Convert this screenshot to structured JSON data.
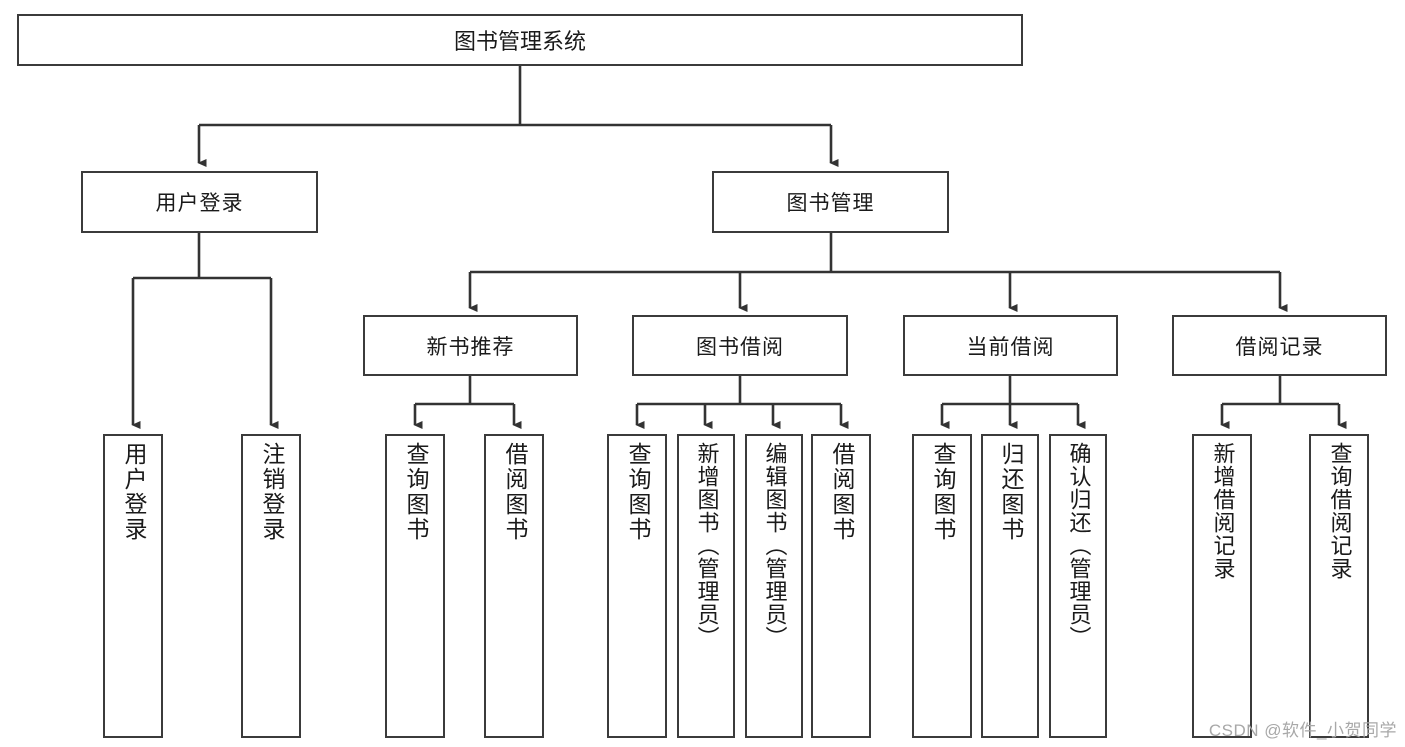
{
  "diagram": {
    "type": "tree",
    "title": "图书管理系统",
    "watermark": "CSDN @软件_小贺同学",
    "colors": {
      "box_border": "#3b3b3b",
      "box_fill": "#ffffff",
      "connector": "#333333",
      "text": "#1a1a1a",
      "watermark": "#a8a8a8"
    },
    "nodes": {
      "root": {
        "label": "图书管理系统"
      },
      "level1": [
        {
          "label": "用户登录"
        },
        {
          "label": "图书管理"
        }
      ],
      "level2": [
        {
          "label": "新书推荐"
        },
        {
          "label": "图书借阅"
        },
        {
          "label": "当前借阅"
        },
        {
          "label": "借阅记录"
        }
      ],
      "leaves": {
        "user_login": [
          {
            "label": "用户登录"
          },
          {
            "label": "注销登录"
          }
        ],
        "new_books": [
          {
            "label": "查询图书"
          },
          {
            "label": "借阅图书"
          }
        ],
        "borrow_books": [
          {
            "label": "查询图书"
          },
          {
            "label": "新增图书（管理员）"
          },
          {
            "label": "编辑图书（管理员）"
          },
          {
            "label": "借阅图书"
          }
        ],
        "current_borrow": [
          {
            "label": "查询图书"
          },
          {
            "label": "归还图书"
          },
          {
            "label": "确认归还（管理员）"
          }
        ],
        "borrow_records": [
          {
            "label": "新增借阅记录"
          },
          {
            "label": "查询借阅记录"
          }
        ]
      }
    }
  }
}
